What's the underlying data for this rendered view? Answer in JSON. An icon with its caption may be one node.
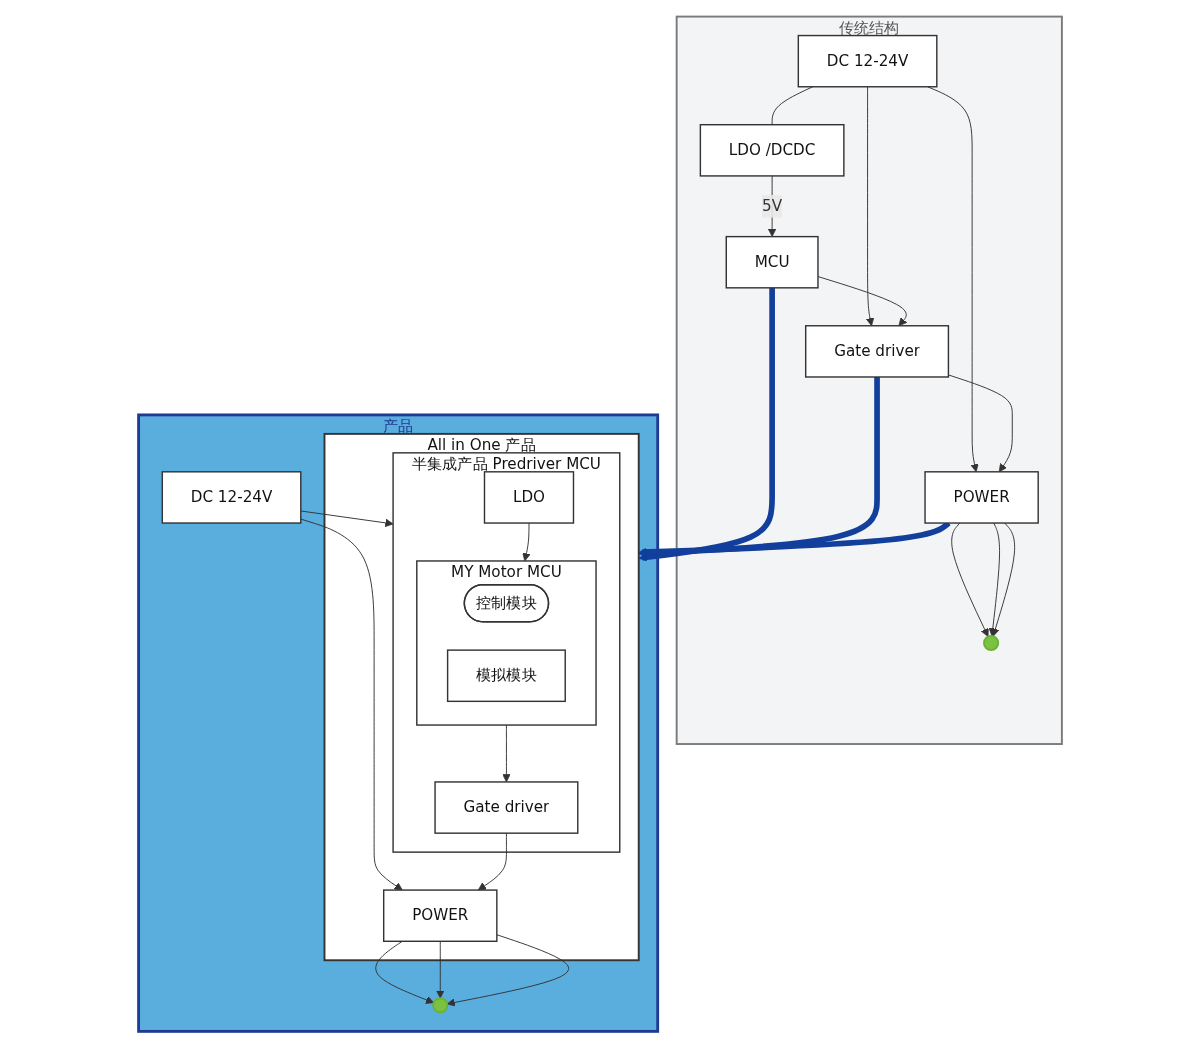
{
  "diagram": {
    "nodes": [
      {
        "text": [
          "传统结构"
        ]
      },
      {
        "text": [
          "DC 12-24V"
        ],
        "in": 0
      },
      {
        "text": [
          "LDO /DCDC"
        ],
        "in": 0
      },
      {
        "text": [
          "MCU"
        ],
        "in": 0
      },
      {
        "text": [
          "Gate driver"
        ],
        "in": 0
      },
      {
        "text": [
          "POWER"
        ],
        "in": 0
      },
      {
        "text": [],
        "shape": "circle",
        "in": 0
      },
      {
        "text": [
          "产品"
        ]
      },
      {
        "text": [
          "DC 12-24V"
        ],
        "in": 7
      },
      {
        "text": [
          "All in One 产品"
        ],
        "in": 7
      },
      {
        "text": [
          "半集成产品 Predriver MCU"
        ],
        "in": 9
      },
      {
        "text": [
          "LDO"
        ],
        "in": 10
      },
      {
        "text": [
          "MY Motor MCU"
        ],
        "in": 10
      },
      {
        "text": [
          "控制模块"
        ],
        "in": 12
      },
      {
        "text": [
          "模拟模块"
        ],
        "in": 12
      },
      {
        "text": [
          "Gate driver"
        ],
        "in": 10
      },
      {
        "text": [
          "POWER"
        ],
        "in": 9
      },
      {
        "text": [],
        "shape": "circle",
        "in": 7
      }
    ],
    "edges": [
      {
        "from": 1,
        "to": 2,
        "arrow": "none"
      },
      {
        "from": 1,
        "to": 4,
        "arrow": "to"
      },
      {
        "from": 1,
        "to": 5,
        "arrow": "to"
      },
      {
        "from": 2,
        "to": 3,
        "arrow": "to",
        "label": "5V"
      },
      {
        "from": 3,
        "to": 4,
        "arrow": "to"
      },
      {
        "from": 4,
        "to": 5,
        "arrow": "to"
      },
      {
        "from": 5,
        "to": 6,
        "arrow": "to"
      },
      {
        "from": 5,
        "to": 6,
        "arrow": "to"
      },
      {
        "from": 5,
        "to": 6,
        "arrow": "to"
      },
      {
        "from": 8,
        "to": 10,
        "arrow": "to"
      },
      {
        "from": 8,
        "to": 16,
        "arrow": "to"
      },
      {
        "from": 11,
        "to": 12,
        "arrow": "to"
      },
      {
        "from": 12,
        "to": 15,
        "arrow": "to"
      },
      {
        "from": 15,
        "to": 16,
        "arrow": "to"
      },
      {
        "from": 16,
        "to": 17,
        "arrow": "to"
      },
      {
        "from": 16,
        "to": 17,
        "arrow": "to"
      },
      {
        "from": 16,
        "to": 17,
        "arrow": "to"
      },
      {
        "from": 3,
        "to": 9,
        "arrow": "to",
        "style": "thick",
        "color": "#123f9c"
      },
      {
        "from": 4,
        "to": 9,
        "arrow": "to",
        "style": "thick",
        "color": "#123f9c"
      },
      {
        "from": 5,
        "to": 9,
        "arrow": "to",
        "style": "thick",
        "color": "#123f9c"
      }
    ]
  }
}
